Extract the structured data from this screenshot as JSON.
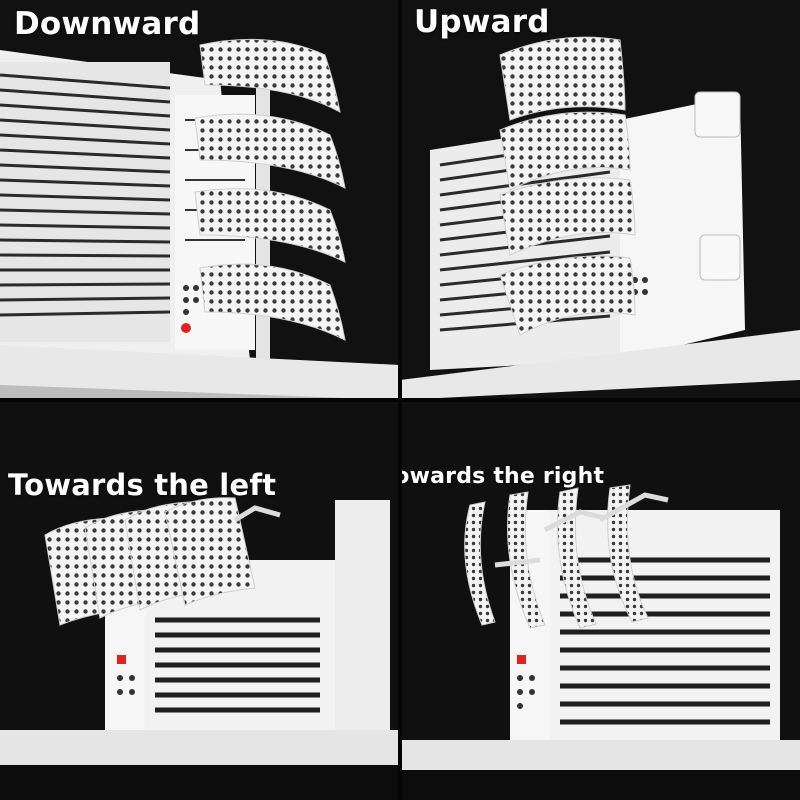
{
  "panels": [
    {
      "caption": "Downward"
    },
    {
      "caption": "Upward"
    },
    {
      "caption": "Towards the left"
    },
    {
      "caption": "Towards the right"
    }
  ],
  "colors": {
    "background": "#0c0c0c",
    "unit_white": "#f2f2f2",
    "vent_dark": "#1c1c1c",
    "shelf": "#e8e8e8",
    "caption": "#ffffff"
  }
}
